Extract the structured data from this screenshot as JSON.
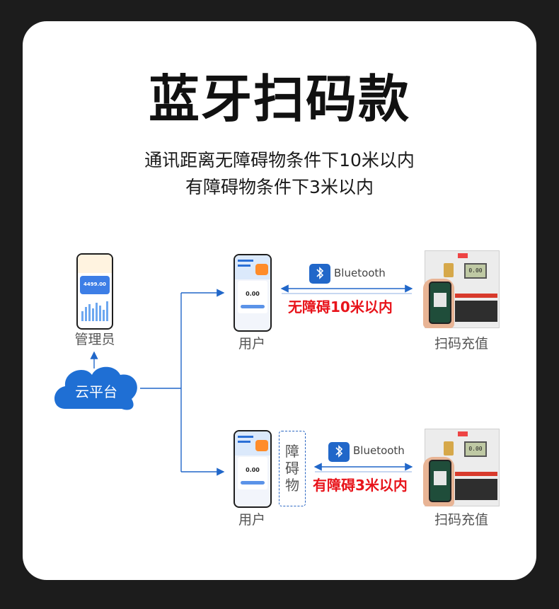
{
  "title": "蓝牙扫码款",
  "subtitle_lines": [
    "通讯距离无障碍物条件下10米以内",
    "有障碍物条件下3米以内"
  ],
  "nodes": {
    "admin": "管理员",
    "cloud": "云平台",
    "user_top": "用户",
    "user_bottom": "用户",
    "scan_top": "扫码充值",
    "scan_bottom": "扫码充值",
    "obstacle": [
      "障",
      "碍",
      "物"
    ]
  },
  "links": {
    "top": {
      "protocol": "Bluetooth",
      "range": "无障碍10米以内"
    },
    "bottom": {
      "protocol": "Bluetooth",
      "range": "有障碍3米以内"
    }
  },
  "screen": {
    "admin_amount": "4499.00",
    "user_amount": "0.00",
    "meter_display": "0.00"
  },
  "colors": {
    "accent": "#2167c9",
    "warn": "#e8141b",
    "cloud": "#1f6fd4"
  }
}
